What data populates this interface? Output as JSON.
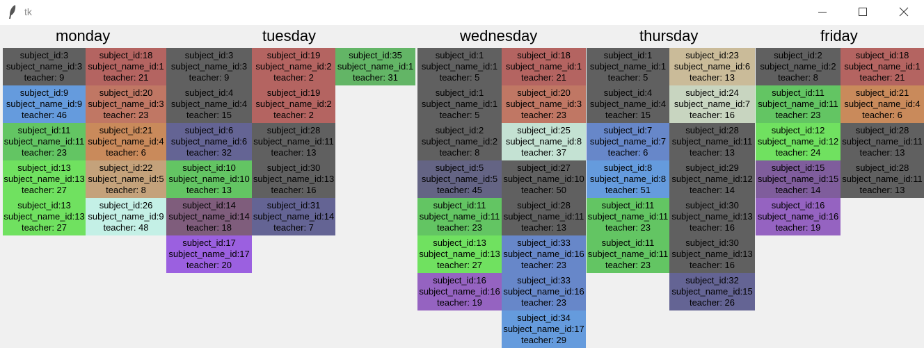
{
  "window": {
    "title": "tk",
    "icon": "feather-icon",
    "buttons": [
      "minimize-icon",
      "maximize-icon",
      "close-icon"
    ]
  },
  "days": [
    "monday",
    "tuesday",
    "wednesday",
    "thursday",
    "friday"
  ],
  "labels": {
    "subject": "subject_id:",
    "subject_name": "subject_name_id:",
    "teacher": "teacher: "
  },
  "colors": {
    "dark_gray": "#606060",
    "blue": "#659bdd",
    "green": "#63c563",
    "light_green": "#70e160",
    "red": "#b46461",
    "orange": "#c98a5b",
    "tan": "#c4a27b",
    "light_cyan": "#c4f0e6",
    "slate": "#646494",
    "mauve": "#7f5d7c",
    "purple": "#9b60e0",
    "lavender": "#9563c1",
    "beige": "#cabb99",
    "sage": "#c8d5c0",
    "mint": "#c4e2d3",
    "mid_blue": "#6787c9"
  },
  "columns": [
    {
      "day": "monday",
      "cells": [
        {
          "subject_id": "3",
          "subject_name_id": "3",
          "teacher": "9",
          "color": "#606060"
        },
        {
          "subject_id": "9",
          "subject_name_id": "9",
          "teacher": "46",
          "color": "#659bdd"
        },
        {
          "subject_id": "11",
          "subject_name_id": "11",
          "teacher": "23",
          "color": "#63c563"
        },
        {
          "subject_id": "13",
          "subject_name_id": "13",
          "teacher": "27",
          "color": "#70e160"
        },
        {
          "subject_id": "13",
          "subject_name_id": "13",
          "teacher": "27",
          "color": "#70e160"
        }
      ]
    },
    {
      "day": "monday",
      "cells": [
        {
          "subject_id": "18",
          "subject_name_id": "1",
          "teacher": "21",
          "color": "#b46461"
        },
        {
          "subject_id": "20",
          "subject_name_id": "3",
          "teacher": "23",
          "color": "#c07764"
        },
        {
          "subject_id": "21",
          "subject_name_id": "4",
          "teacher": "6",
          "color": "#c98a5b"
        },
        {
          "subject_id": "22",
          "subject_name_id": "5",
          "teacher": "8",
          "color": "#c4a27b"
        },
        {
          "subject_id": "26",
          "subject_name_id": "9",
          "teacher": "48",
          "color": "#c4f0e6"
        }
      ]
    },
    {
      "day": "tuesday",
      "cells": [
        {
          "subject_id": "3",
          "subject_name_id": "3",
          "teacher": "9",
          "color": "#606060"
        },
        {
          "subject_id": "4",
          "subject_name_id": "4",
          "teacher": "15",
          "color": "#606060"
        },
        {
          "subject_id": "6",
          "subject_name_id": "6",
          "teacher": "32",
          "color": "#646494"
        },
        {
          "subject_id": "10",
          "subject_name_id": "10",
          "teacher": "13",
          "color": "#63c563"
        },
        {
          "subject_id": "14",
          "subject_name_id": "14",
          "teacher": "18",
          "color": "#7f5d7c"
        },
        {
          "subject_id": "17",
          "subject_name_id": "17",
          "teacher": "20",
          "color": "#9b60e0"
        }
      ]
    },
    {
      "day": "tuesday",
      "cells": [
        {
          "subject_id": "19",
          "subject_name_id": "2",
          "teacher": "2",
          "color": "#b46461"
        },
        {
          "subject_id": "19",
          "subject_name_id": "2",
          "teacher": "2",
          "color": "#b46461"
        },
        {
          "subject_id": "28",
          "subject_name_id": "11",
          "teacher": "13",
          "color": "#606060"
        },
        {
          "subject_id": "30",
          "subject_name_id": "13",
          "teacher": "16",
          "color": "#606060"
        },
        {
          "subject_id": "31",
          "subject_name_id": "14",
          "teacher": "7",
          "color": "#646494"
        }
      ]
    },
    {
      "day": "tuesday",
      "cells": [
        {
          "subject_id": "35",
          "subject_name_id": "1",
          "teacher": "31",
          "color": "#63b566"
        }
      ]
    },
    {
      "day": "wednesday",
      "cells": [
        {
          "subject_id": "1",
          "subject_name_id": "1",
          "teacher": "5",
          "color": "#606060"
        },
        {
          "subject_id": "1",
          "subject_name_id": "1",
          "teacher": "5",
          "color": "#606060"
        },
        {
          "subject_id": "2",
          "subject_name_id": "2",
          "teacher": "8",
          "color": "#606060"
        },
        {
          "subject_id": "5",
          "subject_name_id": "5",
          "teacher": "45",
          "color": "#646484"
        },
        {
          "subject_id": "11",
          "subject_name_id": "11",
          "teacher": "23",
          "color": "#63c563"
        },
        {
          "subject_id": "13",
          "subject_name_id": "13",
          "teacher": "27",
          "color": "#70e160"
        },
        {
          "subject_id": "16",
          "subject_name_id": "16",
          "teacher": "19",
          "color": "#9563c1"
        }
      ]
    },
    {
      "day": "wednesday",
      "cells": [
        {
          "subject_id": "18",
          "subject_name_id": "1",
          "teacher": "21",
          "color": "#b46461"
        },
        {
          "subject_id": "20",
          "subject_name_id": "3",
          "teacher": "23",
          "color": "#c07764"
        },
        {
          "subject_id": "25",
          "subject_name_id": "8",
          "teacher": "37",
          "color": "#c4e2d3"
        },
        {
          "subject_id": "27",
          "subject_name_id": "10",
          "teacher": "50",
          "color": "#606060"
        },
        {
          "subject_id": "28",
          "subject_name_id": "11",
          "teacher": "13",
          "color": "#606060"
        },
        {
          "subject_id": "33",
          "subject_name_id": "16",
          "teacher": "23",
          "color": "#6787c9"
        },
        {
          "subject_id": "33",
          "subject_name_id": "16",
          "teacher": "23",
          "color": "#6787c9"
        },
        {
          "subject_id": "34",
          "subject_name_id": "17",
          "teacher": "29",
          "color": "#659bdd"
        }
      ]
    },
    {
      "day": "thursday",
      "cells": [
        {
          "subject_id": "1",
          "subject_name_id": "1",
          "teacher": "5",
          "color": "#606060"
        },
        {
          "subject_id": "4",
          "subject_name_id": "4",
          "teacher": "15",
          "color": "#606060"
        },
        {
          "subject_id": "7",
          "subject_name_id": "7",
          "teacher": "6",
          "color": "#6787c9"
        },
        {
          "subject_id": "8",
          "subject_name_id": "8",
          "teacher": "51",
          "color": "#659bdd"
        },
        {
          "subject_id": "11",
          "subject_name_id": "11",
          "teacher": "23",
          "color": "#63c563"
        },
        {
          "subject_id": "11",
          "subject_name_id": "11",
          "teacher": "23",
          "color": "#63c563"
        }
      ]
    },
    {
      "day": "thursday",
      "cells": [
        {
          "subject_id": "23",
          "subject_name_id": "6",
          "teacher": "13",
          "color": "#cabb99"
        },
        {
          "subject_id": "24",
          "subject_name_id": "7",
          "teacher": "16",
          "color": "#c8d5c0"
        },
        {
          "subject_id": "28",
          "subject_name_id": "11",
          "teacher": "13",
          "color": "#606060"
        },
        {
          "subject_id": "29",
          "subject_name_id": "12",
          "teacher": "14",
          "color": "#606060"
        },
        {
          "subject_id": "30",
          "subject_name_id": "13",
          "teacher": "16",
          "color": "#606060"
        },
        {
          "subject_id": "30",
          "subject_name_id": "13",
          "teacher": "16",
          "color": "#606060"
        },
        {
          "subject_id": "32",
          "subject_name_id": "15",
          "teacher": "26",
          "color": "#646494"
        }
      ]
    },
    {
      "day": "friday",
      "cells": [
        {
          "subject_id": "2",
          "subject_name_id": "2",
          "teacher": "8",
          "color": "#606060"
        },
        {
          "subject_id": "11",
          "subject_name_id": "11",
          "teacher": "23",
          "color": "#63c563"
        },
        {
          "subject_id": "12",
          "subject_name_id": "12",
          "teacher": "24",
          "color": "#70e160"
        },
        {
          "subject_id": "15",
          "subject_name_id": "15",
          "teacher": "14",
          "color": "#7f5d9c"
        },
        {
          "subject_id": "16",
          "subject_name_id": "16",
          "teacher": "19",
          "color": "#9563c1"
        }
      ]
    },
    {
      "day": "friday",
      "cells": [
        {
          "subject_id": "18",
          "subject_name_id": "1",
          "teacher": "21",
          "color": "#b46461"
        },
        {
          "subject_id": "21",
          "subject_name_id": "4",
          "teacher": "6",
          "color": "#c98a5b"
        },
        {
          "subject_id": "28",
          "subject_name_id": "11",
          "teacher": "13",
          "color": "#606060"
        },
        {
          "subject_id": "28",
          "subject_name_id": "11",
          "teacher": "13",
          "color": "#606060"
        }
      ]
    }
  ]
}
